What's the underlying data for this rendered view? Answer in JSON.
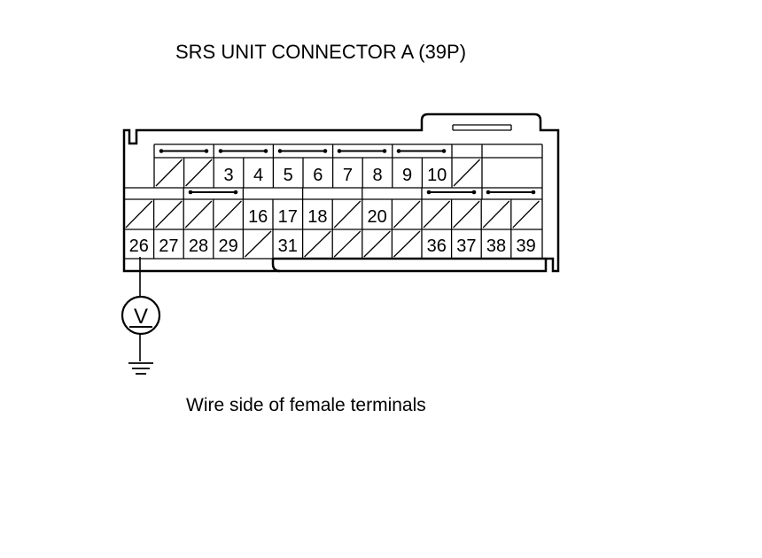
{
  "title": "SRS UNIT CONNECTOR A (39P)",
  "caption": "Wire side of female terminals",
  "meter_symbol": "V",
  "colors": {
    "line": "#000000",
    "background": "#ffffff"
  },
  "connector": {
    "rows": [
      [
        "",
        "",
        "3",
        "4",
        "5",
        "6",
        "7",
        "8",
        "9",
        "10",
        "",
        null
      ],
      [
        "",
        "",
        "",
        "",
        "16",
        "17",
        "18",
        "",
        "20",
        "",
        "",
        "",
        "",
        ""
      ],
      [
        "26",
        "27",
        "28",
        "29",
        "",
        "31",
        "",
        "",
        "",
        "",
        "36",
        "37",
        "38",
        "39"
      ]
    ],
    "probe_terminal": "26"
  },
  "icons": [
    "voltmeter-icon",
    "ground-icon"
  ]
}
